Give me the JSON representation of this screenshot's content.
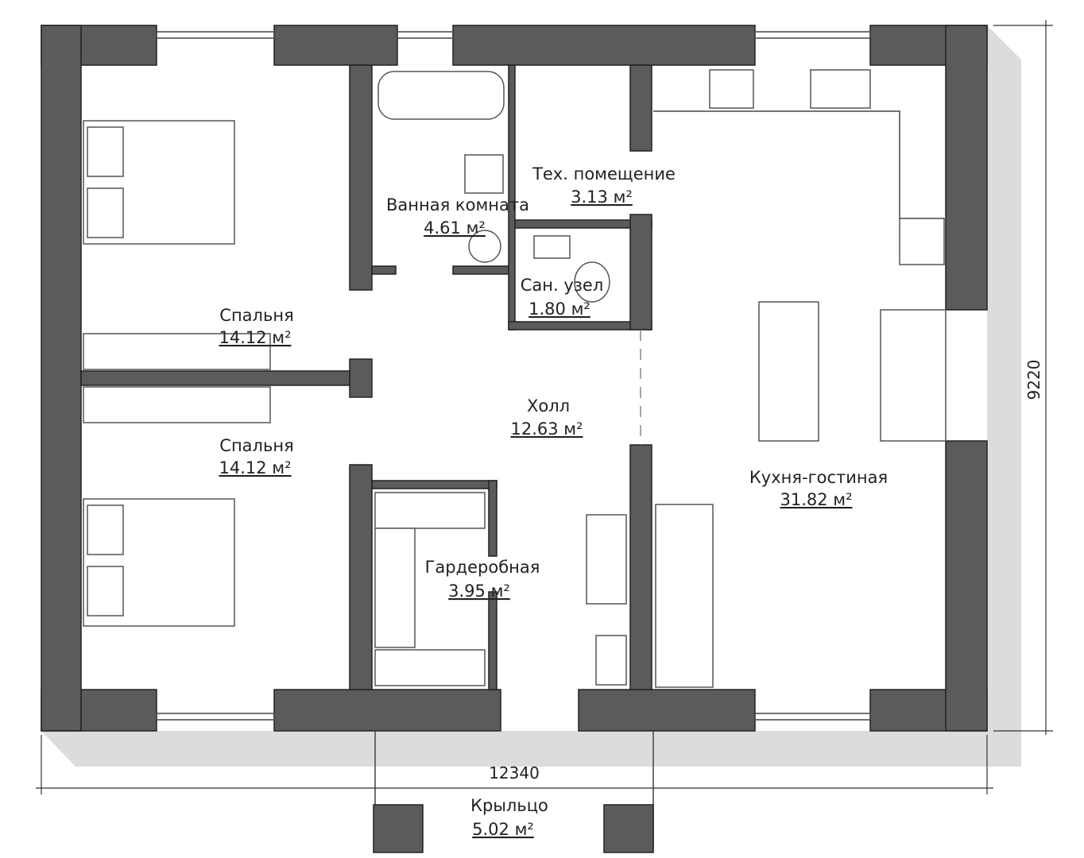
{
  "plan": {
    "rooms": [
      {
        "name": "Спальня",
        "area": "14.12 м²"
      },
      {
        "name": "Спальня",
        "area": "14.12 м²"
      },
      {
        "name": "Ванная комната",
        "area": "4.61 м²"
      },
      {
        "name": "Тех. помещение",
        "area": "3.13 м²"
      },
      {
        "name": "Сан. узел",
        "area": "1.80 м²"
      },
      {
        "name": "Холл",
        "area": "12.63 м²"
      },
      {
        "name": "Гардеробная",
        "area": "3.95 м²"
      },
      {
        "name": "Кухня-гостиная",
        "area": "31.82 м²"
      },
      {
        "name": "Крыльцо",
        "area": "5.02 м²"
      }
    ],
    "dimensions": {
      "width": "12340",
      "height": "9220"
    },
    "colors": {
      "wall": "#5b5b5b",
      "shadow": "#dcdcdc"
    }
  }
}
